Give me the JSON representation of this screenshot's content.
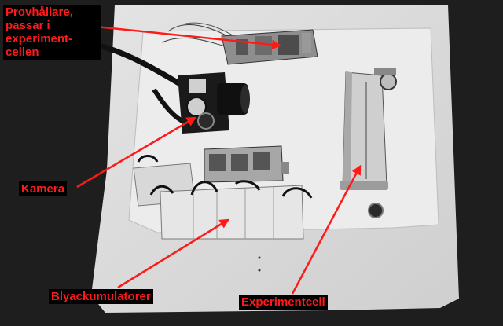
{
  "labels": {
    "provhallare": "Provhållare,\npassar i\nexperiment-\ncellen",
    "kamera": "Kamera",
    "blyackumulatorer": "Blyackumulatorer",
    "experimentcell": "Experimentcell"
  },
  "colors": {
    "label_text": "#ff1a1a",
    "label_bg": "#000000",
    "arrow": "#ff1a1a"
  }
}
